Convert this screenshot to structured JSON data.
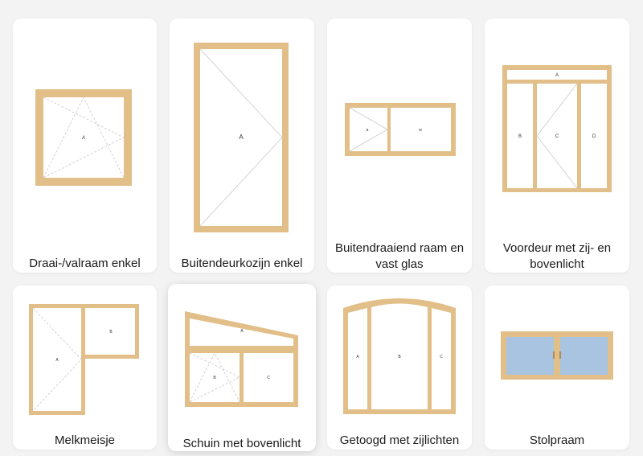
{
  "items": [
    {
      "label": "Draai-/valraam enkel",
      "panels": [
        "A"
      ]
    },
    {
      "label": "Buitendeurkozijn enkel",
      "panels": [
        "A"
      ]
    },
    {
      "label": "Buitendraaiend raam en vast glas",
      "panels": [
        "a",
        "w"
      ]
    },
    {
      "label": "Voordeur met zij- en bovenlicht",
      "panels": [
        "A",
        "B",
        "C",
        "D"
      ]
    },
    {
      "label": "Melkmeisje",
      "panels": [
        "A",
        "B"
      ]
    },
    {
      "label": "Schuin met bovenlicht",
      "panels": [
        "A",
        "B",
        "C"
      ]
    },
    {
      "label": "Getoogd met zijlichten",
      "panels": [
        "A",
        "B",
        "C"
      ]
    },
    {
      "label": "Stolpraam",
      "panels": []
    }
  ]
}
